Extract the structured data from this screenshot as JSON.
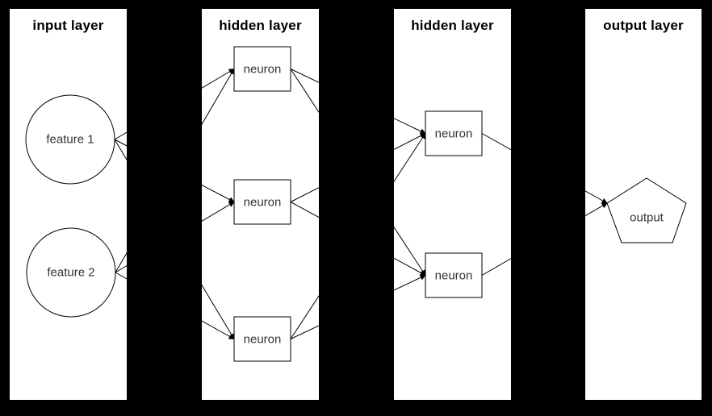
{
  "colors": {
    "background": "#000000",
    "panel_fill": "#ffffff",
    "stroke": "#000000",
    "header_text": "#000000",
    "node_label_text": "#333333"
  },
  "panels": {
    "input": {
      "title": "input layer"
    },
    "hidden1": {
      "title": "hidden layer"
    },
    "hidden2": {
      "title": "hidden layer"
    },
    "output": {
      "title": "output layer"
    }
  },
  "nodes": {
    "feature1": {
      "label": "feature 1",
      "shape": "circle",
      "layer": "input"
    },
    "feature2": {
      "label": "feature 2",
      "shape": "circle",
      "layer": "input"
    },
    "hidden1_neuron1": {
      "label": "neuron",
      "shape": "rectangle",
      "layer": "hidden1"
    },
    "hidden1_neuron2": {
      "label": "neuron",
      "shape": "rectangle",
      "layer": "hidden1"
    },
    "hidden1_neuron3": {
      "label": "neuron",
      "shape": "rectangle",
      "layer": "hidden1"
    },
    "hidden2_neuron1": {
      "label": "neuron",
      "shape": "rectangle",
      "layer": "hidden2"
    },
    "hidden2_neuron2": {
      "label": "neuron",
      "shape": "rectangle",
      "layer": "hidden2"
    },
    "output": {
      "label": "output",
      "shape": "pentagon",
      "layer": "output"
    }
  },
  "edges": [
    {
      "from": "feature1",
      "to": "hidden1_neuron1"
    },
    {
      "from": "feature1",
      "to": "hidden1_neuron2"
    },
    {
      "from": "feature1",
      "to": "hidden1_neuron3"
    },
    {
      "from": "feature2",
      "to": "hidden1_neuron1"
    },
    {
      "from": "feature2",
      "to": "hidden1_neuron2"
    },
    {
      "from": "feature2",
      "to": "hidden1_neuron3"
    },
    {
      "from": "hidden1_neuron1",
      "to": "hidden2_neuron1"
    },
    {
      "from": "hidden1_neuron1",
      "to": "hidden2_neuron2"
    },
    {
      "from": "hidden1_neuron2",
      "to": "hidden2_neuron1"
    },
    {
      "from": "hidden1_neuron2",
      "to": "hidden2_neuron2"
    },
    {
      "from": "hidden1_neuron3",
      "to": "hidden2_neuron1"
    },
    {
      "from": "hidden1_neuron3",
      "to": "hidden2_neuron2"
    },
    {
      "from": "hidden2_neuron1",
      "to": "output"
    },
    {
      "from": "hidden2_neuron2",
      "to": "output"
    }
  ]
}
